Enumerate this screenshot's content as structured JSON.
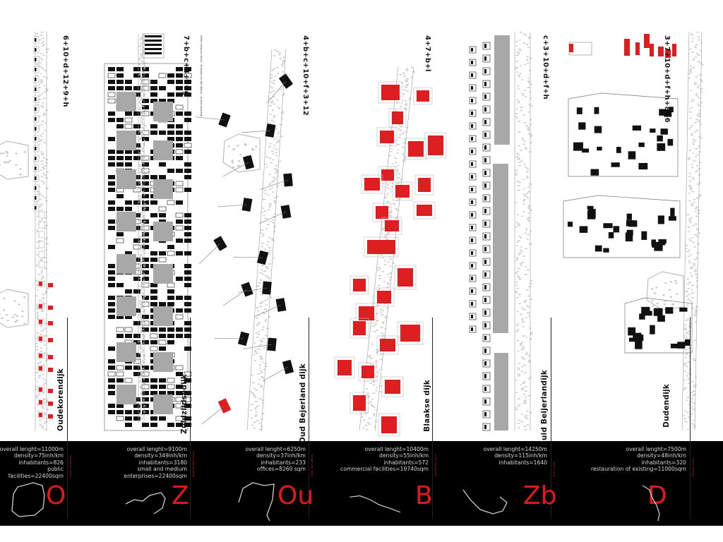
{
  "colors": {
    "red": "#dd1f22",
    "black": "#111111",
    "grey": "#a8a8a8",
    "light": "#c4c4c4",
    "band": "#000000",
    "letter": "#e0191b"
  },
  "panels": [
    {
      "name": "Oudekorendijk",
      "formula": "6+10+d+12+9+h",
      "letter": "O",
      "stats": "overall lenght=11000m\ndensity=75inh/km\ninhabitants=826\npublic\nfacilities=22400sqm"
    },
    {
      "name": "Zuldzijdsedijk",
      "formula": "7+b+c+4+e+g",
      "letter": "Z",
      "stats": "overall lenght=9100m\ndensity=349inh/km\ninhabitants=3180\nsmall and medium\nenterprises=22400sqm"
    },
    {
      "name": "Oud Bejerland dijk",
      "formula": "4+b+c+10+f+3+12",
      "letter": "Ou",
      "stats": "overall lenght=6250m\ndensity=37inh/km\ninhabitants=233\noffices=8260 sqm"
    },
    {
      "name": "Blaakse dijk",
      "formula": "4+7+b+l",
      "letter": "B",
      "stats": "overall lenght=10400m\ndensity=55inh/km\ninhabitants=572\ncommercial  facilities=19740sqm"
    },
    {
      "name": "Zuid Beijerlandijk",
      "formula": "c+3+10+d+f+h",
      "letter": "Zb",
      "stats": "overall lenght=14250m\ndensity=115inh/km\ninhabitants=1640"
    },
    {
      "name": "Dudendijk",
      "formula": "3+7+10+d+f+h+8+6",
      "letter": "D",
      "stats": "overall lenght=7500m\ndensity=48inh/km\ninhabitants=320\nrestauration of existing=11000sqm"
    }
  ],
  "strip_captions": [
    "ribbon settlement",
    "agglomerated ribbon",
    "ribbon with offices",
    "commercial ribbon",
    "green ribbon",
    "restored ribbon"
  ],
  "credits": "Atelier Hoeksche Waard - Strategies for dike ribbons - student workshop"
}
